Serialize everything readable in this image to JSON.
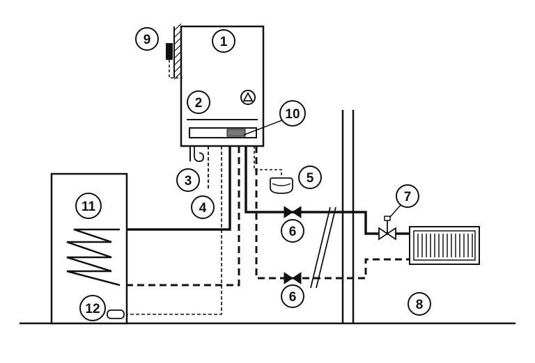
{
  "diagram": {
    "callouts": [
      "1",
      "2",
      "3",
      "4",
      "5",
      "6",
      "6",
      "7",
      "8",
      "9",
      "10",
      "11",
      "12"
    ],
    "colors": {
      "line": "#111111",
      "background": "#ffffff"
    },
    "parts": [
      "wall-thermostat",
      "boiler",
      "boiler-panel",
      "condensate-trap",
      "drain-line",
      "expansion-vessel",
      "isolation-valve-flow",
      "isolation-valve-return",
      "thermostatic-radiator-valve",
      "radiator",
      "floor",
      "wall",
      "hot-water-cylinder",
      "cylinder-coil",
      "cylinder-sensor"
    ]
  }
}
